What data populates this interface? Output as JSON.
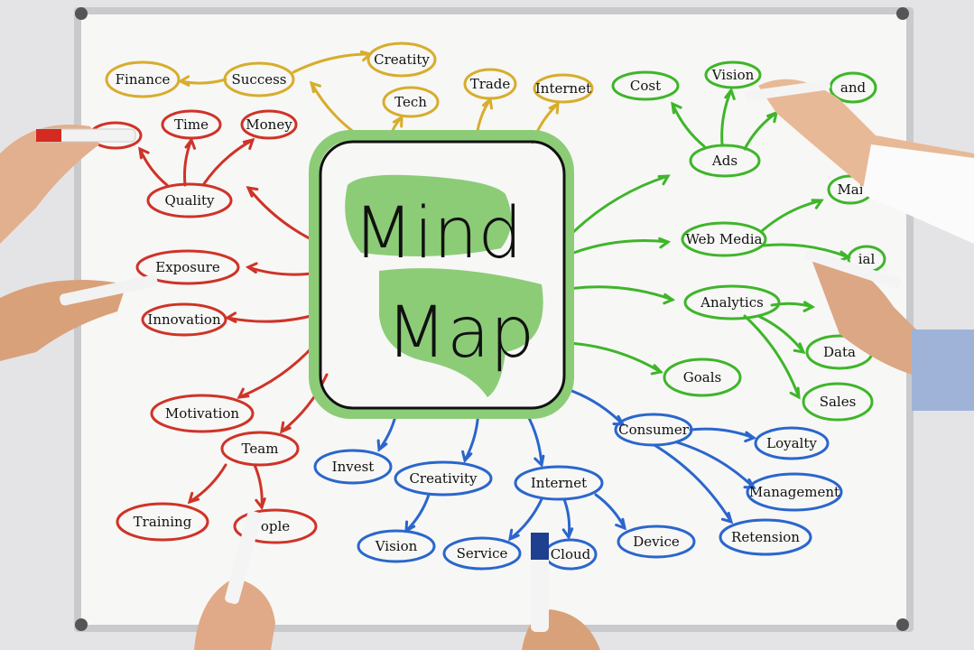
{
  "center": {
    "line1": "Mind",
    "line2": "Map"
  },
  "colors": {
    "yellow": "#d7ad2c",
    "green": "#3fb52a",
    "blue": "#2a66cc",
    "red": "#cf3327",
    "board": "#f7f7f6",
    "frame": "#c9cacd",
    "center_fill": "#8ccc77"
  },
  "nodes": {
    "finance": "Finance",
    "success": "Success",
    "creativity_top": "Creatity",
    "tech": "Tech",
    "trade": "Trade",
    "internet_top": "Internet",
    "cost": "Cost",
    "vision_top": "Vision",
    "brand": "and",
    "ads": "Ads",
    "mail": "Mai",
    "web_media": "Web Media",
    "social": "ial",
    "analytics": "Analytics",
    "data": "Data",
    "sales": "Sales",
    "goals": "Goals",
    "consumer": "Consumer",
    "loyalty": "Loyalty",
    "management": "Management",
    "retension": "Retension",
    "internet_bottom": "Internet",
    "device": "Device",
    "cloud": "Cloud",
    "service": "Service",
    "vision_bottom": "Vision",
    "creativity_bottom": "Creativity",
    "invest": "Invest",
    "team": "Team",
    "people": "ople",
    "training": "Training",
    "motivation": "Motivation",
    "innovation": "Innovation",
    "exposure": "Exposure",
    "quality": "Quality",
    "time": "Time",
    "money": "Money",
    "hidden": ""
  }
}
